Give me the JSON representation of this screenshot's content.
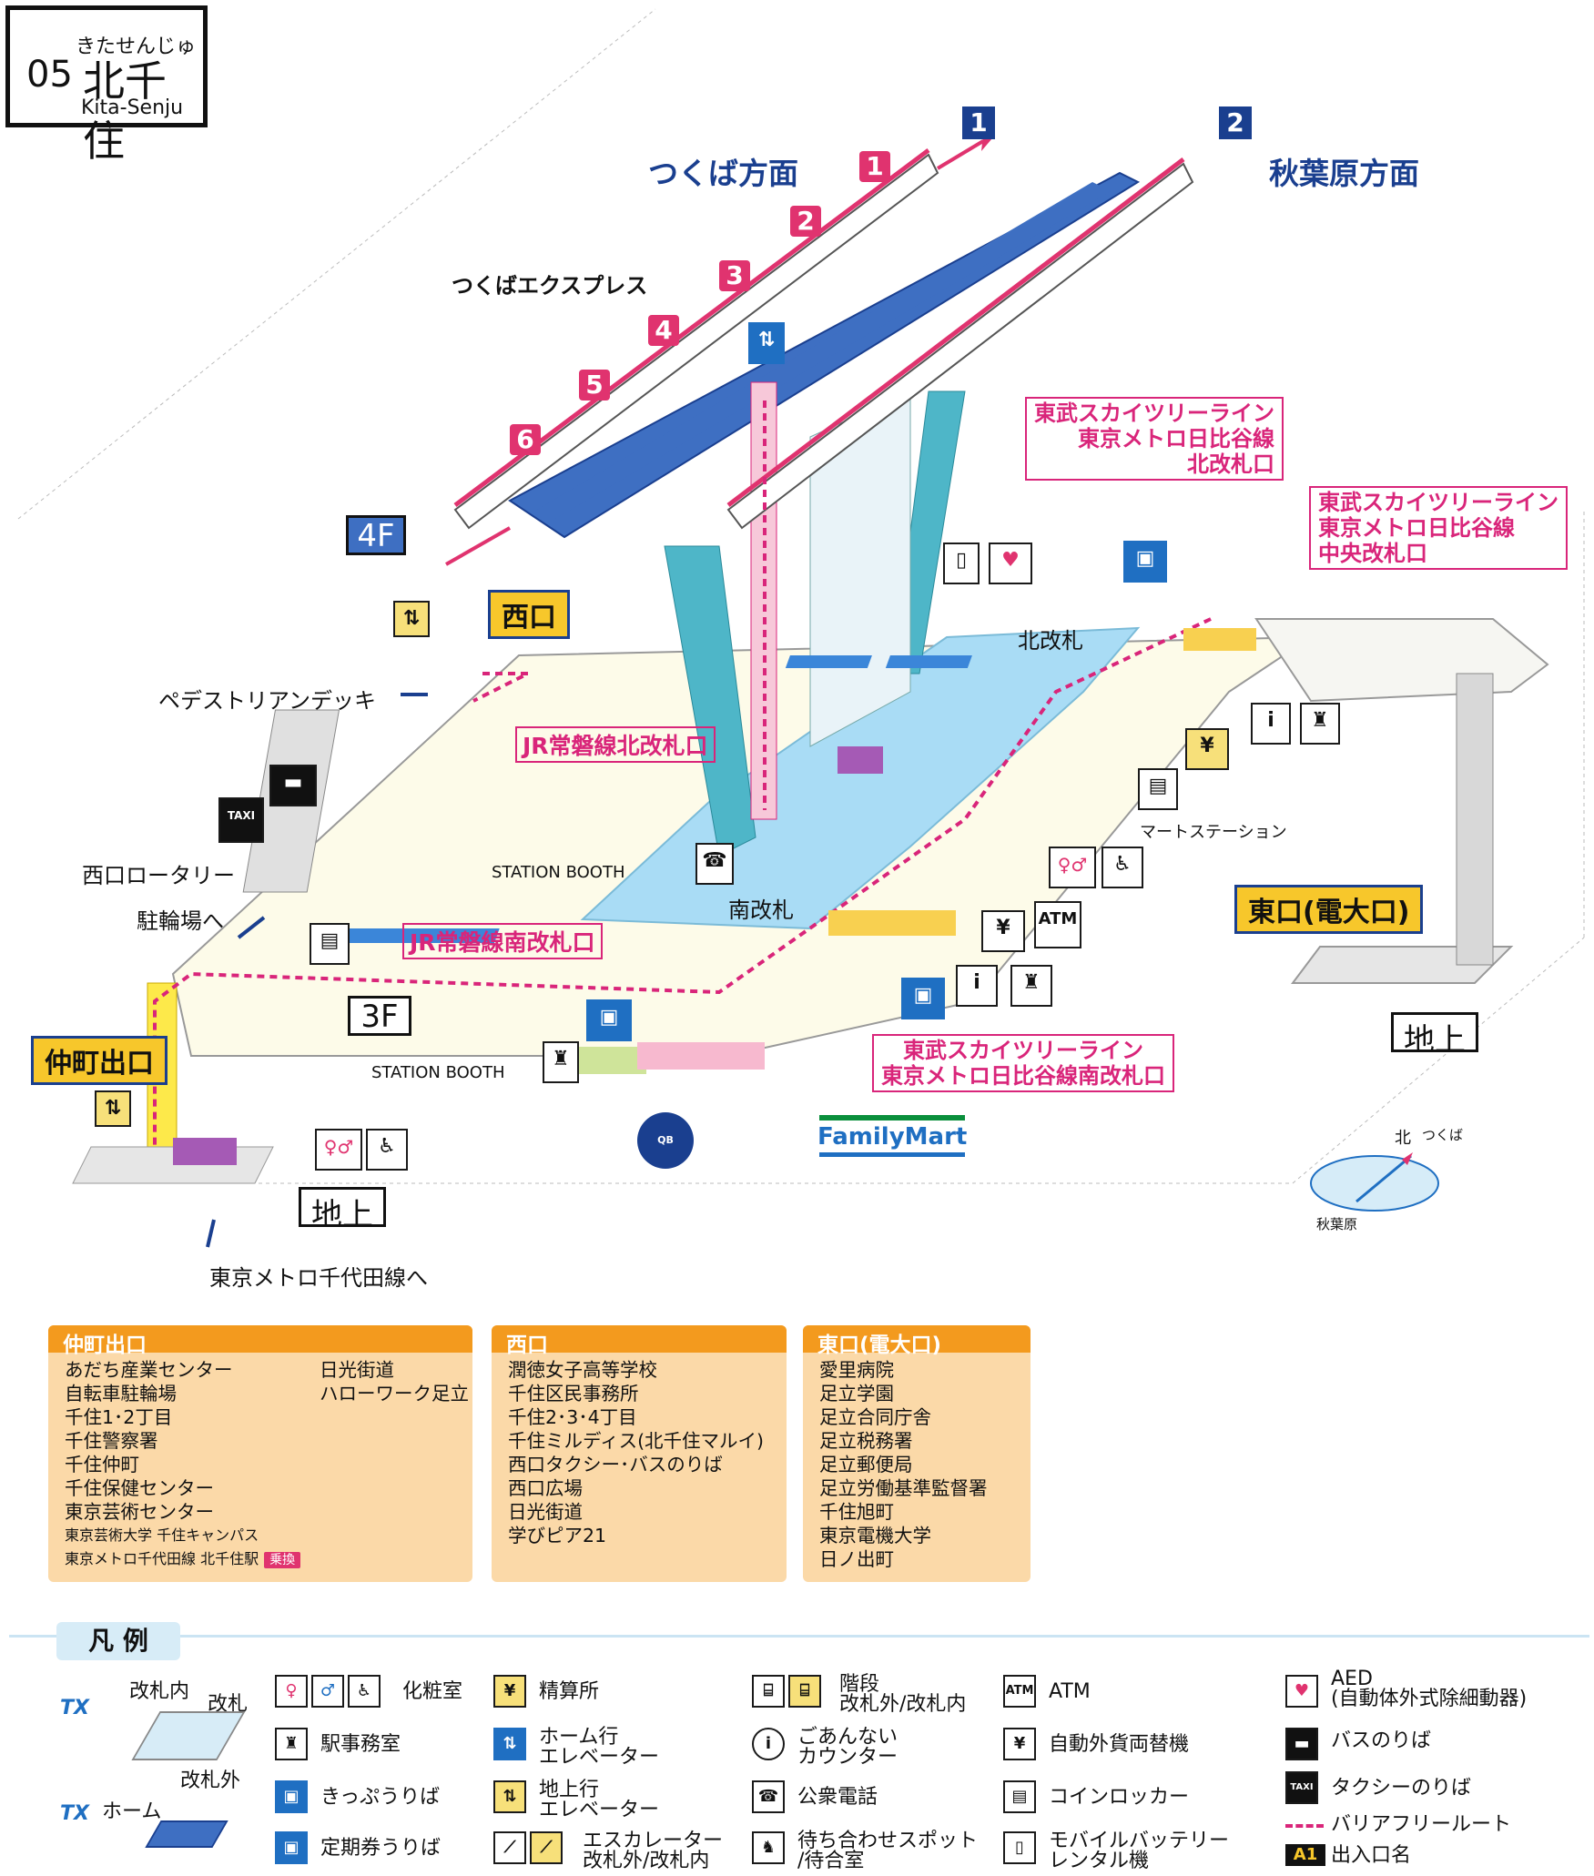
{
  "station": {
    "kana": "きたせんじゅ",
    "number": "05",
    "name": "北千住",
    "romaji": "Kita-Senju"
  },
  "directions": {
    "platform1_num": "1",
    "platform2_num": "2",
    "toward_1": "つくば方面",
    "toward_2": "秋葉原方面"
  },
  "line_name": "つくばエクスプレス",
  "car_numbers": [
    "1",
    "2",
    "3",
    "4",
    "5",
    "6"
  ],
  "floors": {
    "f4": "4F",
    "f3": "3F",
    "ground_left": "地上",
    "ground_right": "地上"
  },
  "exits": {
    "west": "西口",
    "nakacho": "仲町出口",
    "east": "東口(電大口)"
  },
  "gates": {
    "tobu_north": "東武スカイツリーライン\n東京メトロ日比谷線\n北改札口",
    "tobu_central": "東武スカイツリーライン\n東京メトロ日比谷線\n中央改札口",
    "tobu_south": "東武スカイツリーライン\n東京メトロ日比谷線南改札口",
    "jr_north": "JR常磐線北改札口",
    "jr_south": "JR常磐線南改札口",
    "north_gate": "北改札",
    "south_gate": "南改札"
  },
  "labels": {
    "pedestrian_deck": "ペデストリアンデッキ",
    "west_rotary": "西口ロータリー",
    "bicycle_parking": "駐輪場へ",
    "to_chiyoda": "東京メトロ千代田線へ",
    "station_booth_1": "STATION BOOTH",
    "station_booth_2": "STATION BOOTH",
    "mart_station": "マートステーション",
    "familymart": "FamilyMart",
    "qb_house": "QB HOUSE",
    "compass_north": "北",
    "compass_tsukuba": "つくば",
    "compass_akihabara": "秋葉原"
  },
  "info_boxes": [
    {
      "title": "仲町出口",
      "col1": [
        "あだち産業センター",
        "自転車駐輪場",
        "千住1･2丁目",
        "千住警察署",
        "千住仲町",
        "千住保健センター",
        "東京芸術センター"
      ],
      "col2": [
        "日光街道",
        "ハローワーク足立"
      ],
      "small1": "東京芸術大学 千住キャンパス",
      "small2": "東京メトロ千代田線 北千住駅",
      "transfer": "乗換"
    },
    {
      "title": "西口",
      "items": [
        "潤徳女子高等学校",
        "千住区民事務所",
        "千住2･3･4丁目",
        "千住ミルディス(北千住マルイ)",
        "西口タクシー･バスのりば",
        "西口広場",
        "日光街道",
        "学びピア21"
      ]
    },
    {
      "title": "東口(電大口)",
      "items": [
        "愛里病院",
        "足立学園",
        "足立合同庁舎",
        "足立税務署",
        "足立郵便局",
        "足立労働基準監督署",
        "千住旭町",
        "東京電機大学",
        "日ノ出町"
      ]
    }
  ],
  "legend": {
    "title": "凡 例",
    "gate_inside": "改札内",
    "gate": "改札",
    "gate_outside": "改札外",
    "home": "ホーム",
    "restroom": "化粧室",
    "station_office": "駅事務室",
    "ticket": "きっぷうりば",
    "commuter_pass": "定期券うりば",
    "fare_adjust": "精算所",
    "elev_home": "ホーム行\nエレベーター",
    "elev_ground": "地上行\nエレベーター",
    "escalator": "エスカレーター\n改札外/改札内",
    "stairs": "階段\n改札外/改札内",
    "info": "ごあんない\nカウンター",
    "phone": "公衆電話",
    "waiting": "待ち合わせスポット\n/待合室",
    "atm": "ATM",
    "exchange": "自動外貨両替機",
    "locker": "コインロッカー",
    "battery": "モバイルバッテリー\nレンタル機",
    "aed": "AED\n(自動体外式除細動器)",
    "bus": "バスのりば",
    "taxi": "タクシーのりば",
    "barrier_free": "バリアフリールート",
    "exit_name": "出入口名",
    "exit_sample": "A1",
    "tx_logo": "TX",
    "atm_icon": "ATM",
    "taxi_icon": "TAXI"
  }
}
